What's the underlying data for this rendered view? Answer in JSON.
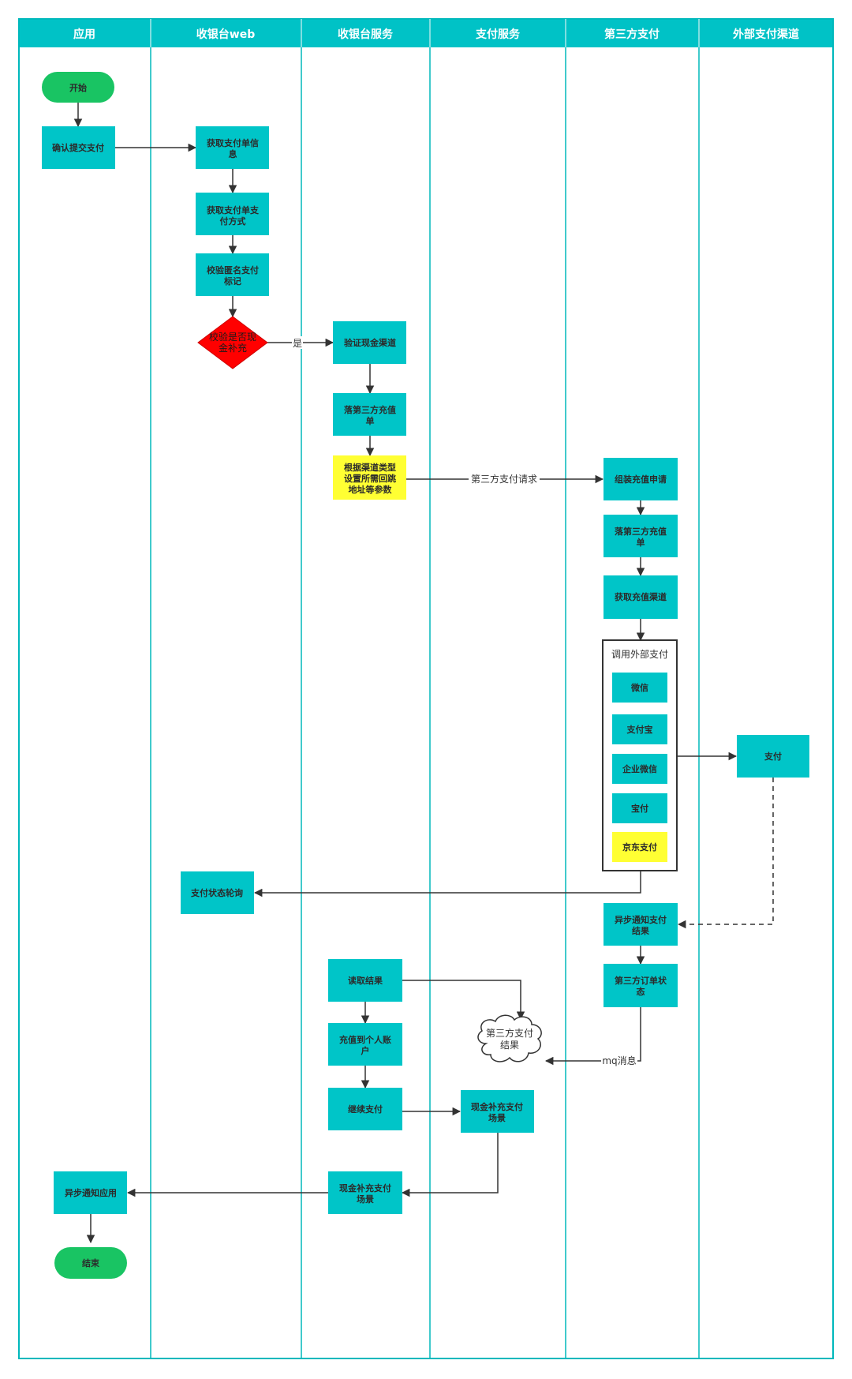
{
  "colors": {
    "accent": "#00c5c8",
    "header_bg": "#00c2c6",
    "lane_line": "#00b8bc",
    "terminator": "#19c463",
    "highlight": "#ffff33",
    "decision": "#ff0000",
    "arrow": "#333333"
  },
  "lanes": [
    "应用",
    "收银台web",
    "收银台服务",
    "支付服务",
    "第三方支付",
    "外部支付渠道"
  ],
  "nodes": {
    "start": "开始",
    "confirm_pay": "确认提交支付",
    "get_pay_info": "获取支付单信息",
    "get_pay_method": "获取支付单支付方式",
    "check_anon_flag": "校验匿名支付标记",
    "check_cash_topup": "校验是否现金补充",
    "verify_cash_channel": "验证现金渠道",
    "create_third_recharge": "落第三方充值单",
    "set_redirect_params": "根据渠道类型设置所需回跳地址等参数",
    "assemble_recharge": "组装充值申请",
    "third_create_recharge": "落第三方充值单",
    "get_recharge_channel": "获取充值渠道",
    "call_external_title": "调用外部支付",
    "wechat": "微信",
    "alipay": "支付宝",
    "wecom": "企业微信",
    "baofu": "宝付",
    "jdpay": "京东支付",
    "pay": "支付",
    "poll_status": "支付状态轮询",
    "async_notify_result": "异步通知支付结果",
    "third_order_status": "第三方订单状态",
    "read_result": "读取结果",
    "third_pay_result_cloud": "第三方支付结果",
    "recharge_personal": "充值到个人账户",
    "continue_pay": "继续支付",
    "cash_topup_scene_pay": "现金补充支付场景",
    "cash_topup_scene_cashier": "现金补充支付场景",
    "async_notify_app": "异步通知应用",
    "end": "结束"
  },
  "edge_labels": {
    "yes": "是",
    "third_pay_request": "第三方支付请求",
    "mq_message": "mq消息"
  }
}
